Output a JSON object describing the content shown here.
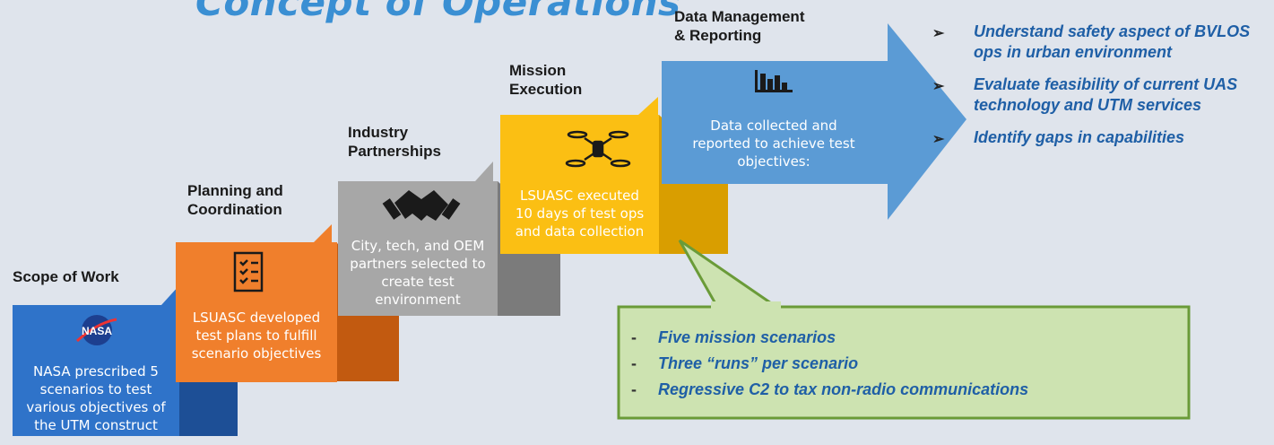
{
  "title": "Concept of Operations",
  "steps": [
    {
      "label": "Scope of Work",
      "description": "NASA prescribed 5\nscenarios to test\nvarious objectives of\nthe UTM construct",
      "icon": "nasa-logo-icon",
      "color": "#2f73c9"
    },
    {
      "label": "Planning and\nCoordination",
      "description": "LSUASC developed\ntest plans to fulfill\nscenario objectives",
      "icon": "checklist-icon",
      "color": "#f07f2c"
    },
    {
      "label": "Industry\nPartnerships",
      "description": "City, tech, and OEM\npartners selected to\ncreate test\nenvironment",
      "icon": "handshake-icon",
      "color": "#a7a7a7"
    },
    {
      "label": "Mission\nExecution",
      "description": "LSUASC executed\n10 days of test ops\nand data collection",
      "icon": "drone-icon",
      "color": "#fbbf13"
    },
    {
      "label": "Data Management\n& Reporting",
      "description": "Data collected and\nreported to achieve test\nobjectives:",
      "icon": "bar-chart-icon",
      "color": "#5b9bd5"
    }
  ],
  "objectives": [
    "Understand safety aspect of BVLOS ops in urban environment",
    "Evaluate feasibility of current UAS technology and UTM services",
    "Identify gaps in capabilities"
  ],
  "callout": {
    "items": [
      "Five mission scenarios",
      "Three “runs” per scenario",
      "Regressive C2 to tax non-radio communications"
    ],
    "fill": "#cde3b1",
    "border": "#6a9b38"
  }
}
